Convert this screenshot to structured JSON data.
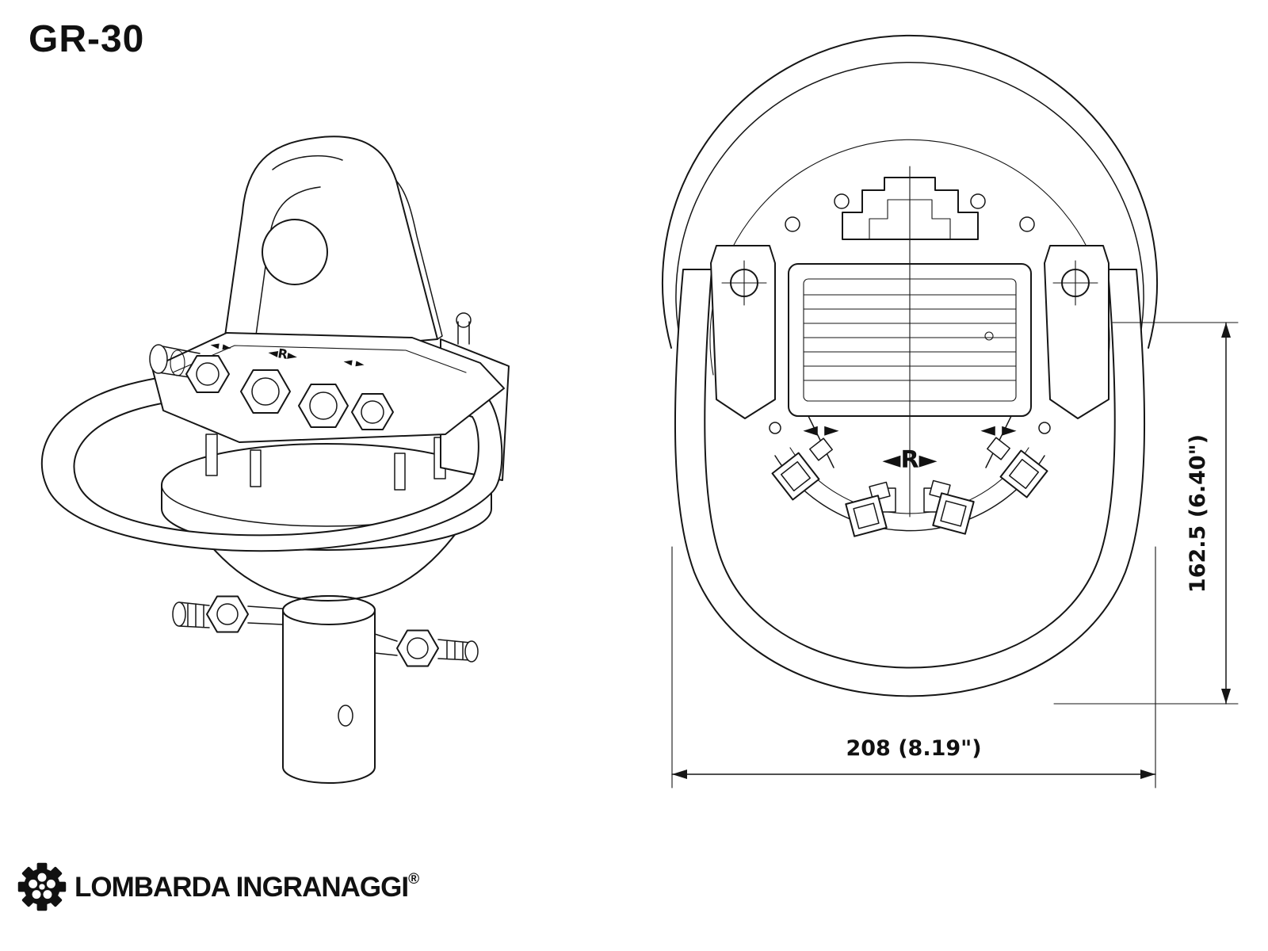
{
  "page": {
    "title": "GR-30"
  },
  "dimensions": {
    "height": {
      "label": "162.5 (6.40\")",
      "mm": "162.5",
      "inches": "6.40\""
    },
    "width": {
      "label": "208 (8.19\")",
      "mm": "208",
      "inches": "8.19\""
    }
  },
  "markings": {
    "rotation": "◄R►",
    "arrows": "◄ ►"
  },
  "logo": {
    "text": "LOMBARDA INGRANAGGI",
    "registered": "®"
  }
}
